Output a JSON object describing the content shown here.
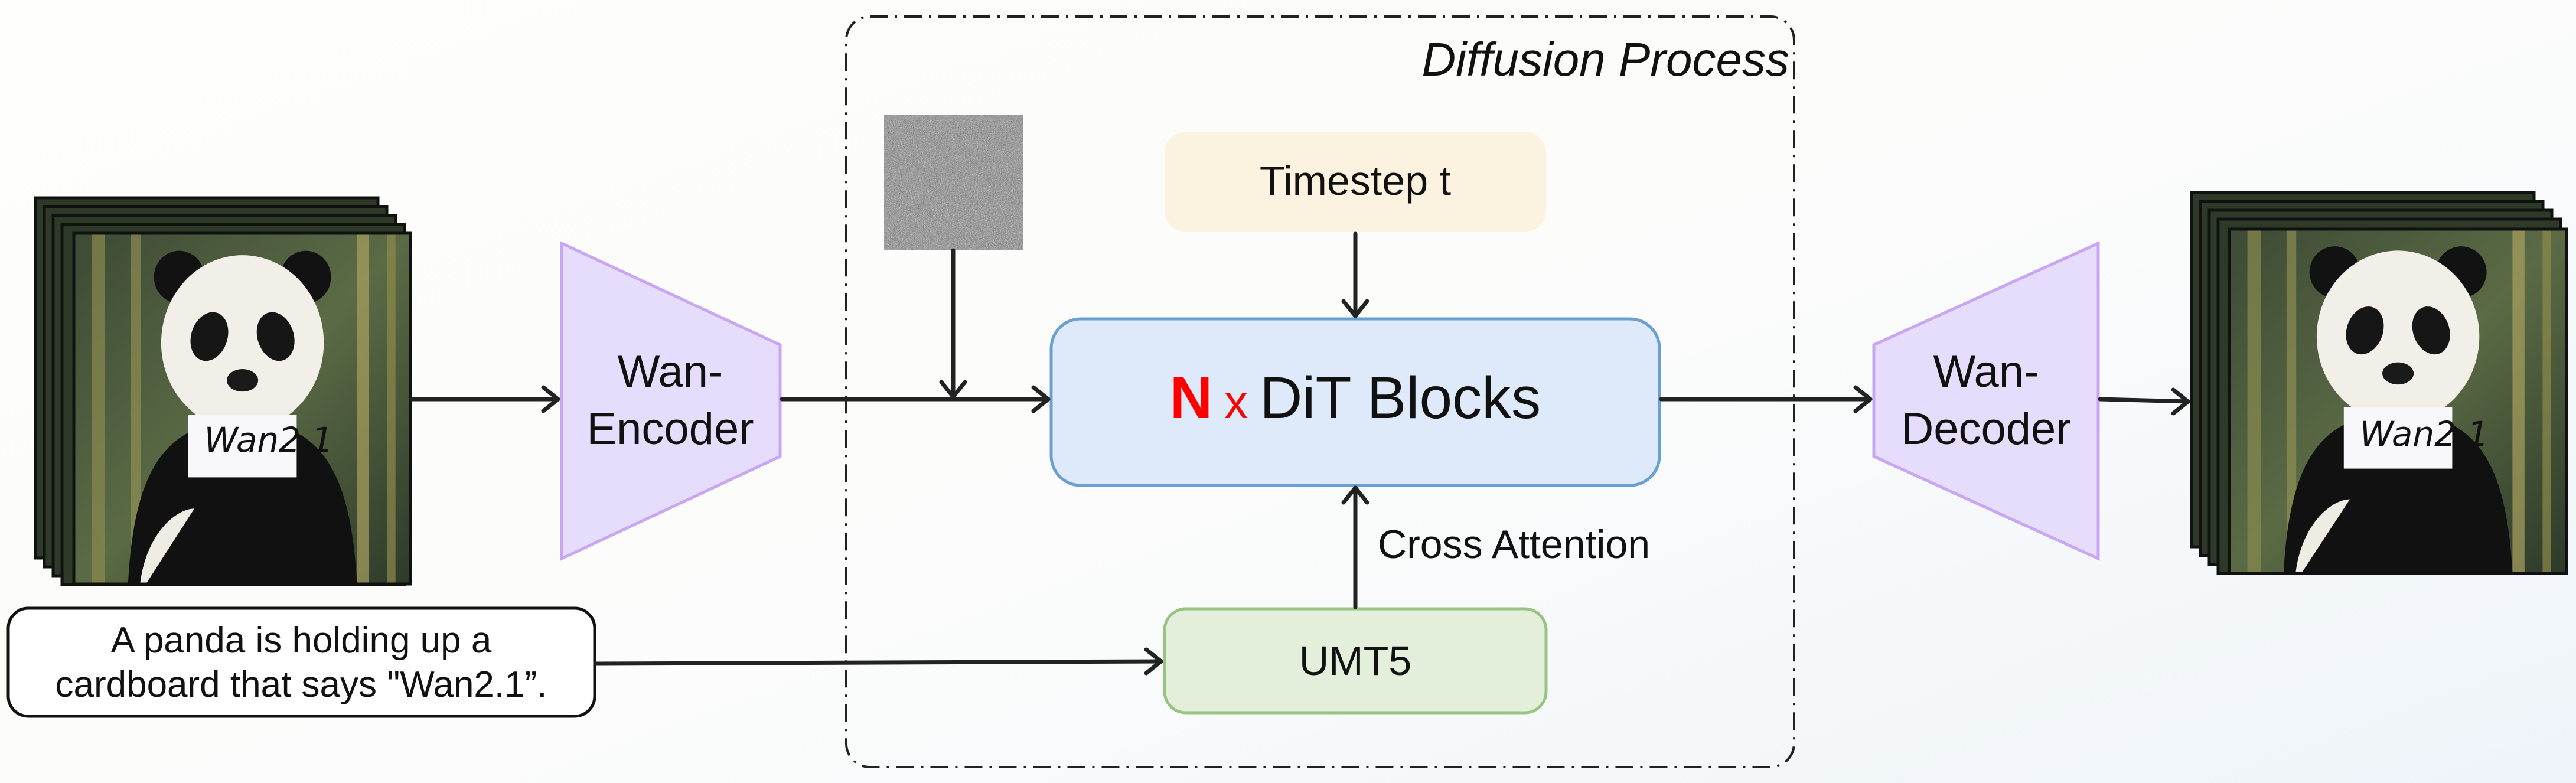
{
  "diagram": {
    "container_label": "Diffusion Process",
    "timestep_label": "Timestep t",
    "dit_n": "N",
    "dit_x": "x",
    "dit_label": "DiT Blocks",
    "cross_attention_label": "Cross Attention",
    "umt5_label": "UMT5",
    "encoder_line1": "Wan-",
    "encoder_line2": "Encoder",
    "decoder_line1": "Wan-",
    "decoder_line2": "Decoder",
    "prompt_line1": "A panda is holding up a",
    "prompt_line2": "cardboard that says \"Wan2.1”.",
    "sign_text": "Wan2.1"
  },
  "colors": {
    "timestep_fill": "#fbf2e0",
    "dit_fill": "#deeaf9",
    "dit_border": "#6a9fd4",
    "umt5_fill": "#e3efdb",
    "umt5_border": "#99c382",
    "vae_fill": "#e6dcfc",
    "vae_border": "#c8a6f2",
    "accent_red": "#ff0000"
  }
}
